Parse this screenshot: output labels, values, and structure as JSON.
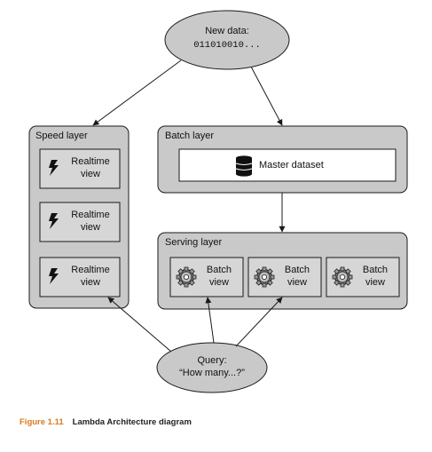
{
  "new_data": {
    "title": "New data:",
    "bits": "011010010..."
  },
  "speed_layer": {
    "title": "Speed layer",
    "views": [
      {
        "line1": "Realtime",
        "line2": "view"
      },
      {
        "line1": "Realtime",
        "line2": "view"
      },
      {
        "line1": "Realtime",
        "line2": "view"
      }
    ]
  },
  "batch_layer": {
    "title": "Batch layer",
    "master_dataset": "Master dataset"
  },
  "serving_layer": {
    "title": "Serving layer",
    "views": [
      {
        "line1": "Batch",
        "line2": "view"
      },
      {
        "line1": "Batch",
        "line2": "view"
      },
      {
        "line1": "Batch",
        "line2": "view"
      }
    ]
  },
  "query": {
    "line1": "Query:",
    "line2": "“How many...?”"
  },
  "caption": {
    "number": "Figure 1.11",
    "text": "Lambda Architecture diagram"
  },
  "colors": {
    "layer_fill": "#c9c9c9",
    "ellipse_fill": "#c9c9c9",
    "stroke": "#1a1a1a",
    "caption_accent": "#d9791e"
  },
  "icons": {
    "realtime": "lightning-bolt-icon",
    "batch": "gear-icon",
    "database": "database-icon"
  }
}
